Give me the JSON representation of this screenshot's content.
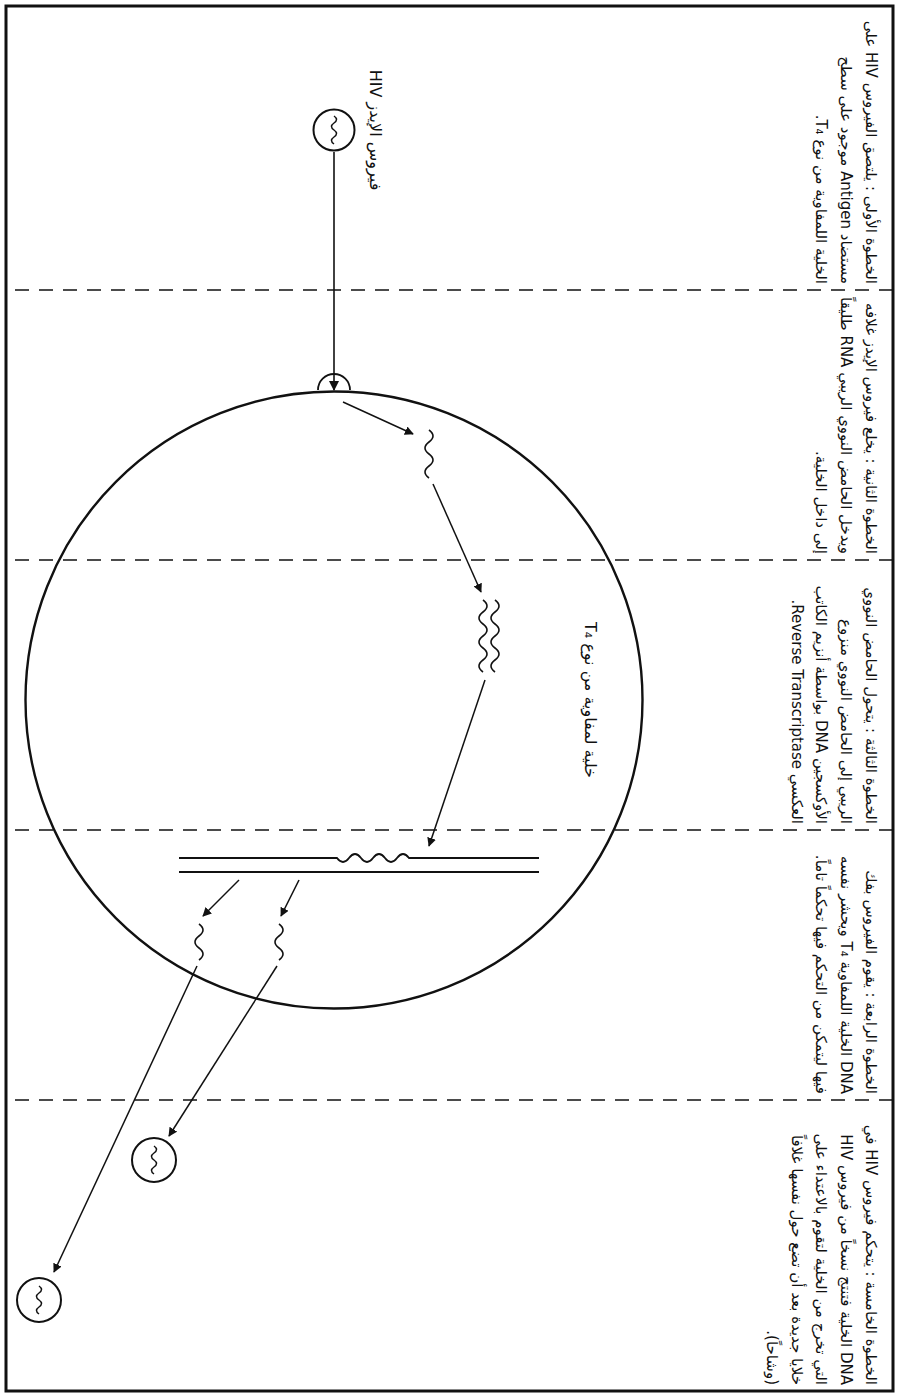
{
  "diagram": {
    "nodes": [
      {
        "text": [
          "فيروس الإيدز HIV"
        ]
      },
      {
        "text": [
          "خلية لمفاوية من نوع T₄"
        ]
      }
    ],
    "edges": [
      {
        "from": 0,
        "to": 1,
        "arrow": "to"
      }
    ],
    "labels": [
      "الخطوة الأولى : يلتصق الفيروس HIV على مستضاد Antigen موجود على سطح الخلية اللمفاوية من نوع T₄.",
      "الخطوة الثانية : يخلع فيروس الإيدز غلافه ويدخل الحامض النووي الريبي RNA طليقاً إلى داخل الخلية.",
      "الخطوة الثالثة : يتحول الحامض النووي الريبي إلى الحامض النووي منزوع الأوكسجين DNA بواسطة أنزيم الكاتب العكسي Reverse Transcriptase.",
      "الخطوة الرابعة : يقوم الفيروس بفك DNA الخلية اللمفاوية T₄ ويحشر نفسه فيها ليتمكن من التحكم فيها تحكماً تاماً.",
      "الخطوة الخامسة : يتحكم فيروس HIV في DNA الخلية فتنتج نسخاً من فيروس HIV التي تخرج من الخلية لتقوم بالاعتداء على خلايا جديدة بعد أن تضع حول نفسها غلافاً (وشاحاً)."
    ]
  }
}
